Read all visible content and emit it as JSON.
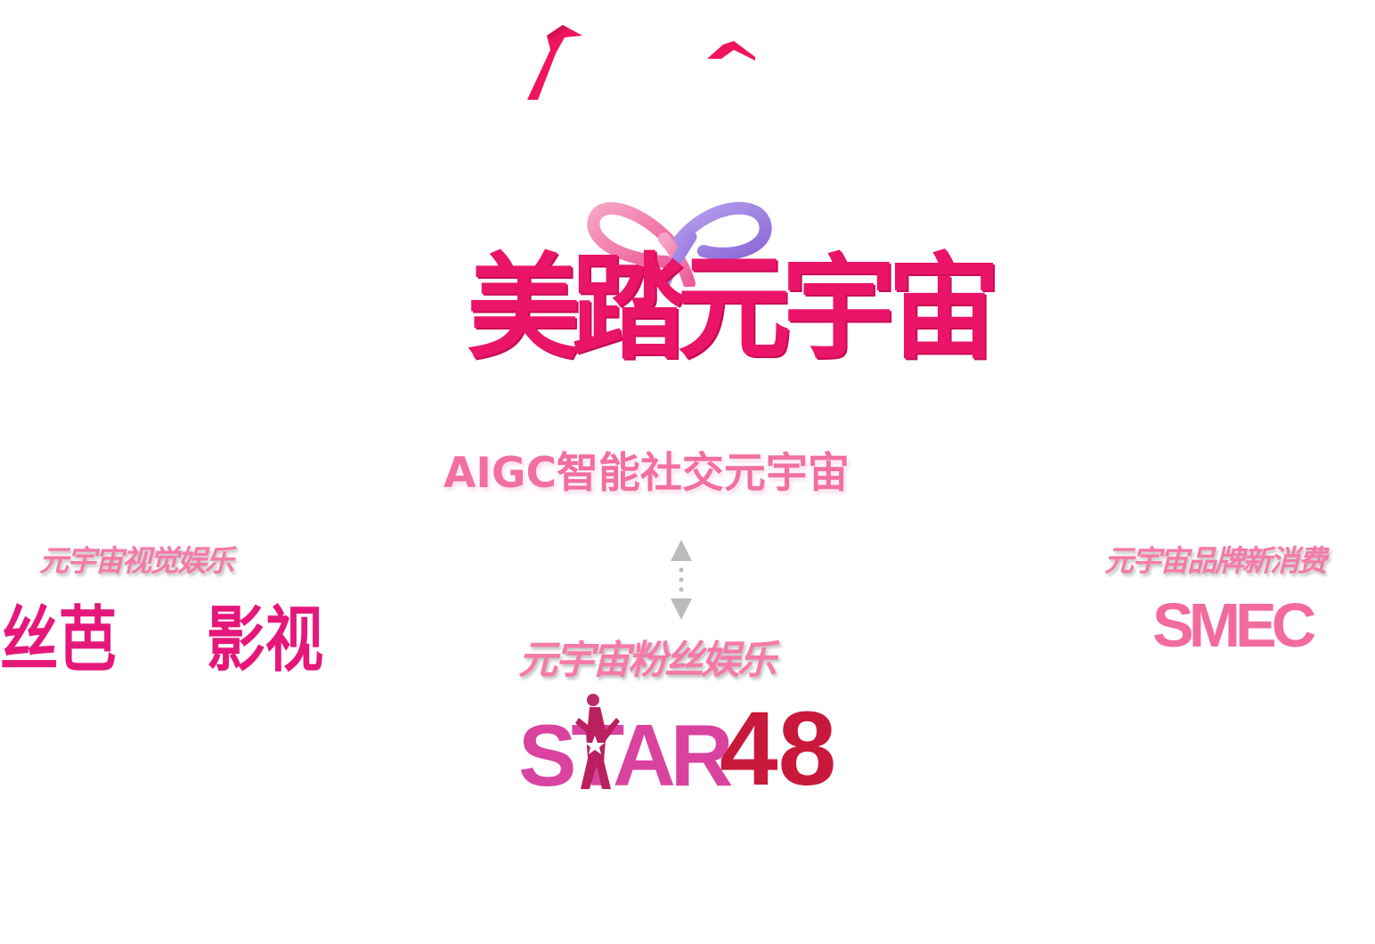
{
  "main_logo": {
    "title": "美踏元宇宙",
    "subtitle": "AIGC智能社交元宇宙"
  },
  "sections": {
    "visual_entertainment": {
      "caption": "元宇宙视觉娱乐",
      "brands": [
        "丝芭",
        "影视"
      ]
    },
    "brand_consumption": {
      "caption": "元宇宙品牌新消费",
      "brand": "SMEC"
    },
    "fan_entertainment": {
      "caption": "元宇宙粉丝娱乐",
      "brand_text": "STAR",
      "brand_number": "48"
    }
  },
  "colors": {
    "primary_pink": "#ea1468",
    "light_pink": "#f26fa1",
    "caption_pink": "#f57aa8",
    "magenta": "#e6177a",
    "star_red": "#c8193a",
    "ribbon_purple": "#9f7fe0",
    "arrow_gray": "#bbbbbb"
  },
  "icons": {
    "ribbon": "infinity-ribbon-icon",
    "connector": "double-arrow-icon"
  }
}
